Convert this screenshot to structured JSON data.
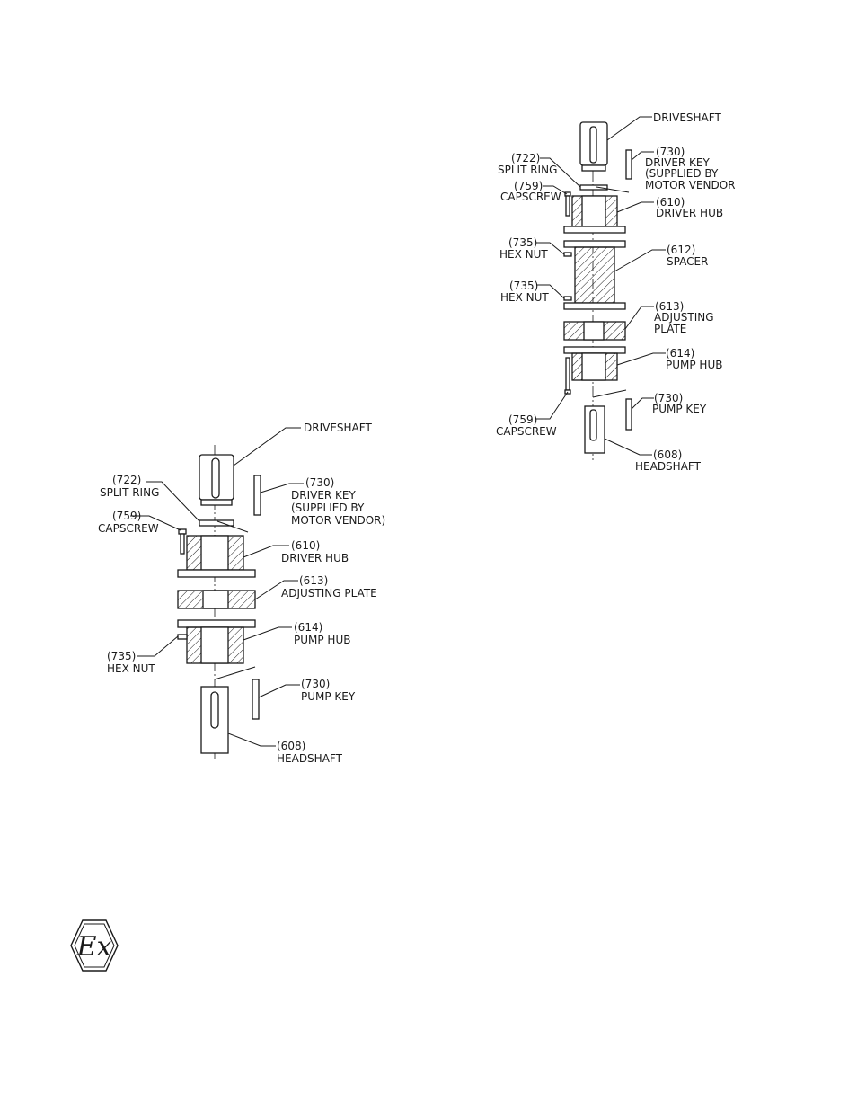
{
  "diagram_a": {
    "labels": [
      {
        "num": "",
        "name": "DRIVESHAFT"
      },
      {
        "num": "(722)",
        "name": "SPLIT RING"
      },
      {
        "num": "(730)",
        "name": "DRIVER KEY"
      },
      {
        "num": "",
        "name": "(SUPPLIED BY"
      },
      {
        "num": "",
        "name": "MOTOR VENDOR)"
      },
      {
        "num": "(759)",
        "name": "CAPSCREW"
      },
      {
        "num": "(610)",
        "name": "DRIVER HUB"
      },
      {
        "num": "(613)",
        "name": "ADJUSTING PLATE"
      },
      {
        "num": "(614)",
        "name": "PUMP HUB"
      },
      {
        "num": "(735)",
        "name": "HEX NUT"
      },
      {
        "num": "(730)",
        "name": "PUMP KEY"
      },
      {
        "num": "(608)",
        "name": "HEADSHAFT"
      }
    ]
  },
  "diagram_b": {
    "labels": [
      {
        "num": "",
        "name": "DRIVESHAFT"
      },
      {
        "num": "(730)",
        "name": "DRIVER KEY"
      },
      {
        "num": "",
        "name": "(SUPPLIED BY"
      },
      {
        "num": "",
        "name": "MOTOR VENDOR"
      },
      {
        "num": "(722)",
        "name": "SPLIT RING"
      },
      {
        "num": "(759)",
        "name": "CAPSCREW"
      },
      {
        "num": "(610)",
        "name": "DRIVER HUB"
      },
      {
        "num": "(735)",
        "name": "HEX NUT"
      },
      {
        "num": "(612)",
        "name": "SPACER"
      },
      {
        "num": "(735)",
        "name": "HEX NUT"
      },
      {
        "num": "(613)",
        "name": "ADJUSTING"
      },
      {
        "num": "",
        "name": "PLATE"
      },
      {
        "num": "(614)",
        "name": "PUMP HUB"
      },
      {
        "num": "(730)",
        "name": "PUMP KEY"
      },
      {
        "num": "(759)",
        "name": "CAPSCREW"
      },
      {
        "num": "(608)",
        "name": "HEADSHAFT"
      }
    ]
  },
  "ex_mark": {
    "symbol": "Ex",
    "icon": "atex-ex-hexagon-icon"
  }
}
